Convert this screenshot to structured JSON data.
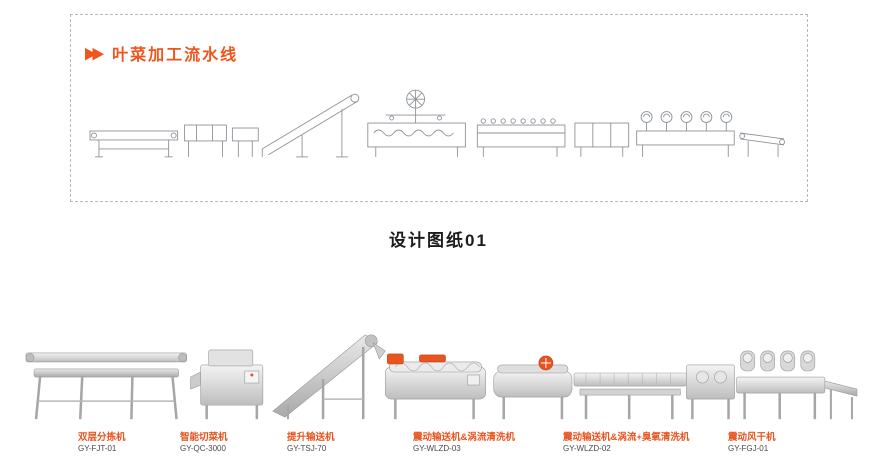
{
  "header": {
    "arrows": "▶▶",
    "title": "叶菜加工流水线"
  },
  "caption": {
    "text": "设计图纸01"
  },
  "equipment": [
    {
      "name": "双层分拣机",
      "model": "GY-FJT-01"
    },
    {
      "name": "智能切菜机",
      "model": "GY-QC-3000"
    },
    {
      "name": "提升输送机",
      "model": "GY-TSJ-70"
    },
    {
      "name": "震动输送机&涡流清洗机",
      "model": "GY-WLZD-03"
    },
    {
      "name": "震动输送机&涡流+臭氧清洗机",
      "model": "GY-WLZD-02"
    },
    {
      "name": "震动风干机",
      "model": "GY-FGJ-01"
    }
  ],
  "colors": {
    "accent_orange": "#f0541c",
    "label_orange": "#e8541f",
    "model_text": "#4a4a4a",
    "schematic_line": "#8d9298",
    "steel_light": "#f4f4f4",
    "steel_dark": "#bfbfbf"
  }
}
